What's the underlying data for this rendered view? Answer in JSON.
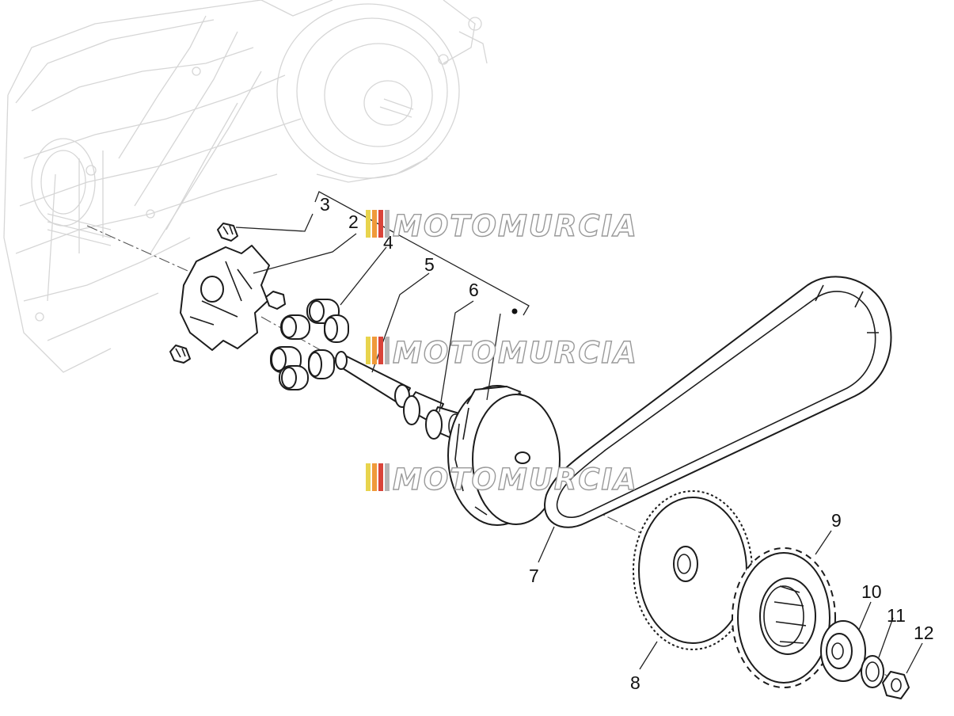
{
  "watermark": {
    "text": "MOTOMURCIA",
    "stripe_colors": [
      "#e8d44d",
      "#f09a3a",
      "#d9443a",
      "#b5b5b5"
    ]
  },
  "callouts": [
    {
      "id": "part-1",
      "label": "2"
    },
    {
      "id": "part-2",
      "label": "3"
    },
    {
      "id": "part-3",
      "label": "4"
    },
    {
      "id": "part-4",
      "label": "5"
    },
    {
      "id": "part-5",
      "label": "6"
    },
    {
      "id": "part-6",
      "label": "7"
    },
    {
      "id": "part-7",
      "label": "8"
    },
    {
      "id": "part-8",
      "label": "9"
    },
    {
      "id": "part-9",
      "label": "10"
    },
    {
      "id": "part-10",
      "label": "11"
    },
    {
      "id": "part-11",
      "label": "12"
    }
  ],
  "colors": {
    "line": "#1c1c1c",
    "ghost": "#d6d6d6",
    "background": "#ffffff"
  }
}
